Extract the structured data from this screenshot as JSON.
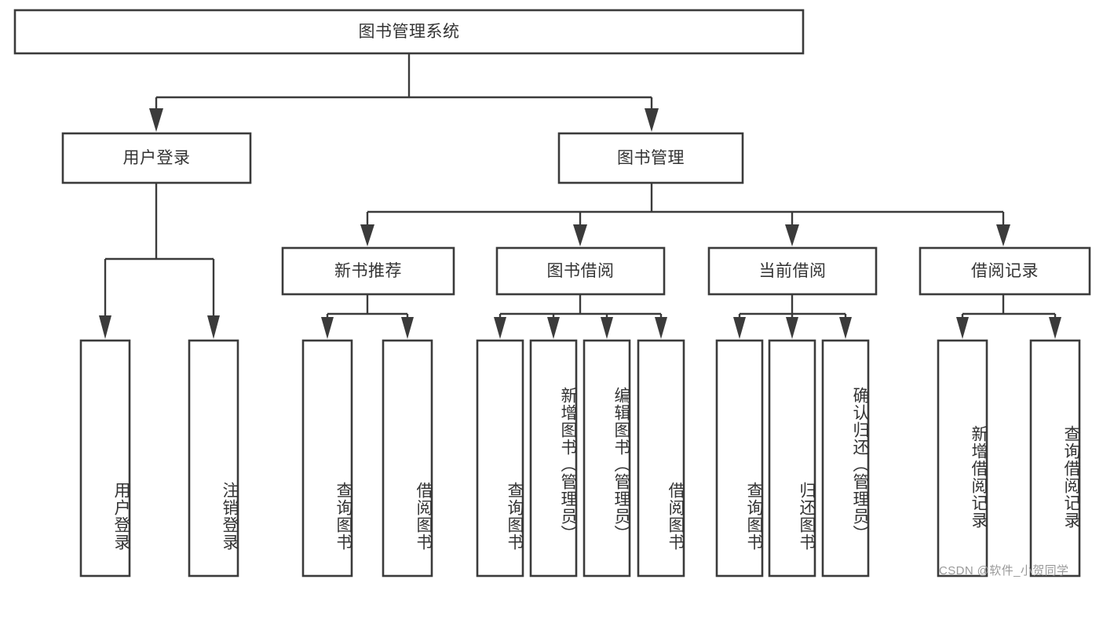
{
  "diagram": {
    "title": "图书管理系统",
    "type": "tree",
    "orientation": "top-down",
    "colors": {
      "box_stroke": "#3b3b3b",
      "box_fill": "#ffffff",
      "connector": "#3b3b3b",
      "text": "#333333",
      "background": "#ffffff",
      "watermark": "#9a9a9a"
    },
    "nodes": {
      "root": {
        "label": "图书管理系统",
        "level": 0
      },
      "l1": [
        {
          "label": "用户登录",
          "level": 1
        },
        {
          "label": "图书管理",
          "level": 1
        }
      ],
      "l2": [
        {
          "label": "新书推荐",
          "level": 2
        },
        {
          "label": "图书借阅",
          "level": 2
        },
        {
          "label": "当前借阅",
          "level": 2
        },
        {
          "label": "借阅记录",
          "level": 2
        }
      ],
      "leaves": {
        "用户登录": [
          {
            "label": "用户登录"
          },
          {
            "label": "注销登录"
          }
        ],
        "新书推荐": [
          {
            "label": "查询图书"
          },
          {
            "label": "借阅图书"
          }
        ],
        "图书借阅": [
          {
            "label": "查询图书"
          },
          {
            "label": "新增图书（管理员）"
          },
          {
            "label": "编辑图书（管理员）"
          },
          {
            "label": "借阅图书"
          }
        ],
        "当前借阅": [
          {
            "label": "查询图书"
          },
          {
            "label": "归还图书"
          },
          {
            "label": "确认归还（管理员）"
          }
        ],
        "借阅记录": [
          {
            "label": "新增借阅记录"
          },
          {
            "label": "查询借阅记录"
          }
        ]
      }
    },
    "edges": [
      {
        "from": "图书管理系统",
        "to": "用户登录"
      },
      {
        "from": "图书管理系统",
        "to": "图书管理"
      },
      {
        "from": "图书管理",
        "to": "新书推荐"
      },
      {
        "from": "图书管理",
        "to": "图书借阅"
      },
      {
        "from": "图书管理",
        "to": "当前借阅"
      },
      {
        "from": "图书管理",
        "to": "借阅记录"
      },
      {
        "from": "用户登录",
        "to": "用户登录(叶)"
      },
      {
        "from": "用户登录",
        "to": "注销登录"
      },
      {
        "from": "新书推荐",
        "to": "查询图书"
      },
      {
        "from": "新书推荐",
        "to": "借阅图书"
      },
      {
        "from": "图书借阅",
        "to": "查询图书"
      },
      {
        "from": "图书借阅",
        "to": "新增图书（管理员）"
      },
      {
        "from": "图书借阅",
        "to": "编辑图书（管理员）"
      },
      {
        "from": "图书借阅",
        "to": "借阅图书"
      },
      {
        "from": "当前借阅",
        "to": "查询图书"
      },
      {
        "from": "当前借阅",
        "to": "归还图书"
      },
      {
        "from": "当前借阅",
        "to": "确认归还（管理员）"
      },
      {
        "from": "借阅记录",
        "to": "新增借阅记录"
      },
      {
        "from": "借阅记录",
        "to": "查询借阅记录"
      }
    ]
  },
  "watermark": {
    "text": "CSDN @软件_小贺同学"
  }
}
